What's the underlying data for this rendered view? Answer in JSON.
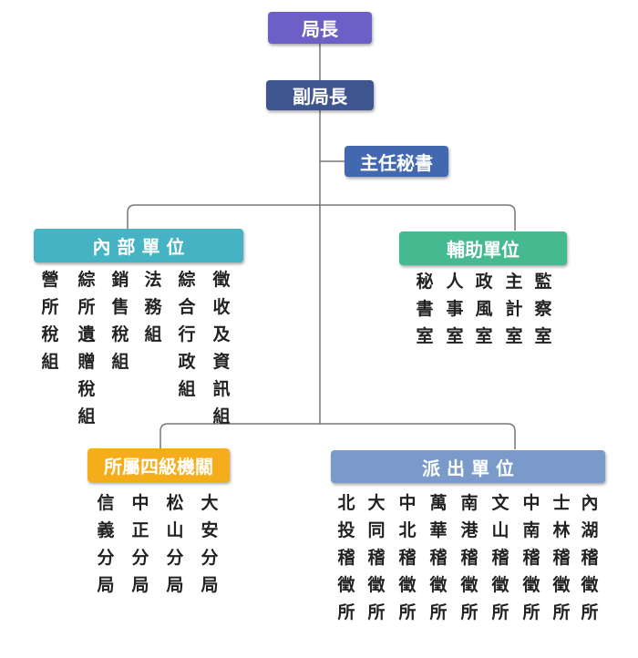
{
  "colors": {
    "director": "#6c5fc6",
    "deputy": "#3f5590",
    "secretary": "#4268b0",
    "internal": "#45b3c4",
    "support": "#45b98f",
    "subordinate": "#f5ad1b",
    "branch": "#7a9bc9",
    "line": "#777777",
    "text": "#222222"
  },
  "nodes": {
    "director": "局長",
    "deputy": "副局長",
    "secretary": "主任秘書",
    "internal": "內 部 單 位",
    "support": "輔助單位",
    "subordinate": "所屬四級機關",
    "branch": "派 出 單 位"
  },
  "internal_units": [
    "營所稅組",
    "綜所遺贈稅組",
    "銷售稅組",
    "法務組",
    "綜合行政組",
    "徵收及資訊組"
  ],
  "support_units": [
    "秘書室",
    "人事室",
    "政風室",
    "主計室",
    "監察室"
  ],
  "subordinate_units": [
    "信義分局",
    "中正分局",
    "松山分局",
    "大安分局"
  ],
  "branch_units": [
    "北投稽徵所",
    "大同稽徵所",
    "中北稽徵所",
    "萬華稽徵所",
    "南港稽徵所",
    "文山稽徵所",
    "中南稽徵所",
    "士林稽徵所",
    "內湖稽徵所"
  ]
}
